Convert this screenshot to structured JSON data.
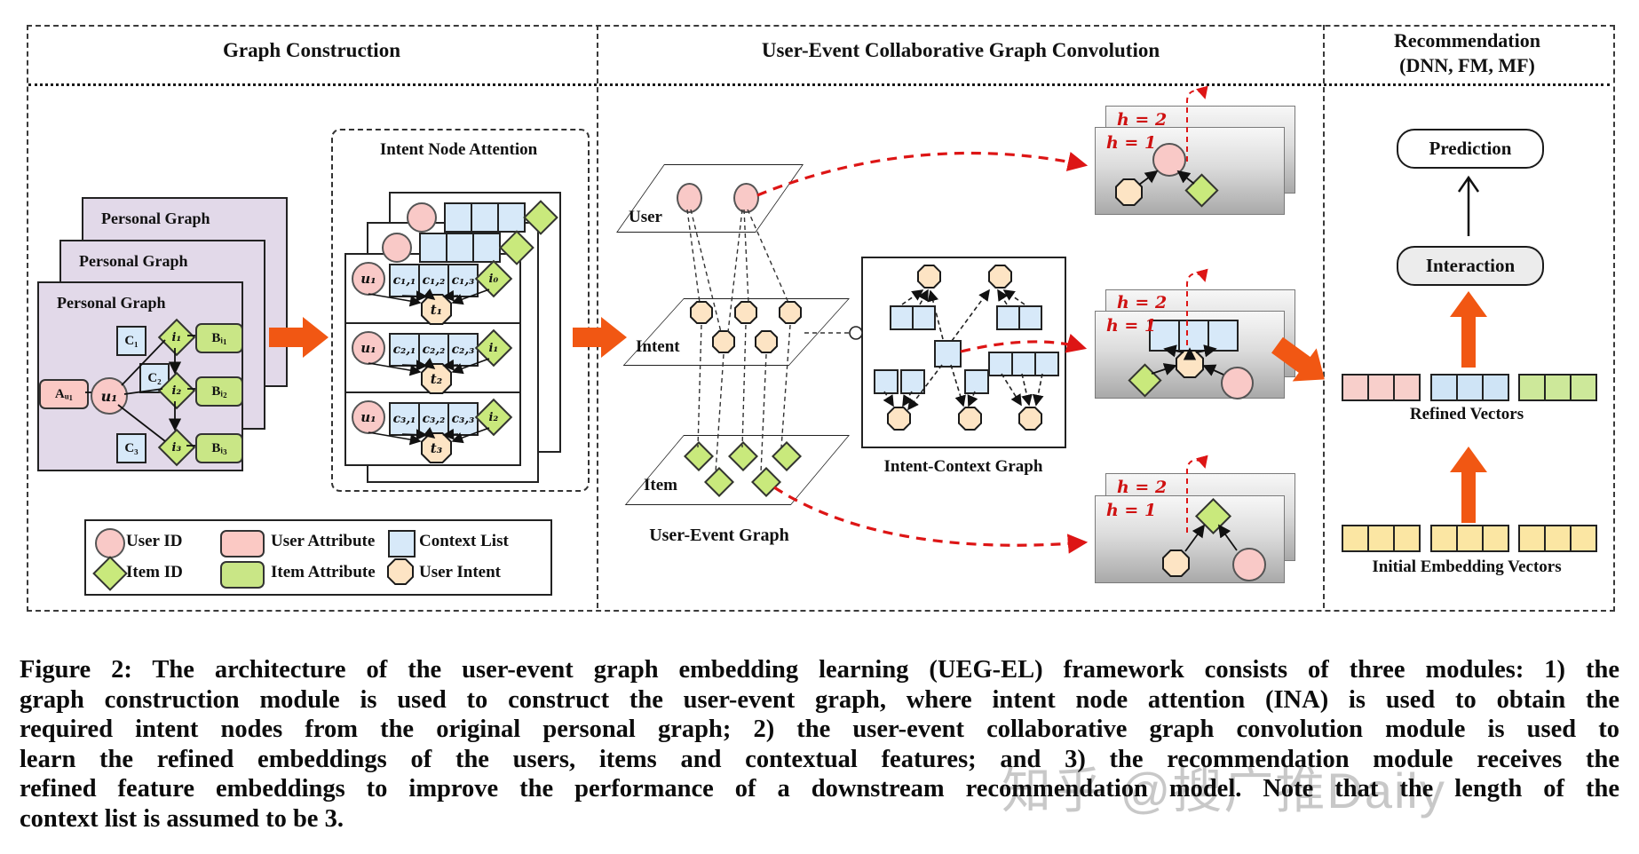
{
  "panels": {
    "gc": {
      "title": "Graph Construction",
      "personal_graph_title": "Personal Graph",
      "pg": {
        "user_attr": "Aᵤ₁",
        "user": "u₁",
        "c1": "C₁",
        "c2": "C₂",
        "c3": "C₃",
        "i1": "i₁",
        "i2": "i₂",
        "i3": "i₃",
        "b1": "Bᵢ₁",
        "b2": "Bᵢ₂",
        "b3": "Bᵢ₃"
      },
      "ina": {
        "title": "Intent Node Attention",
        "rows": [
          {
            "user": "u₁",
            "cells": [
              "c₁,₁",
              "c₁,₂",
              "c₁,₃"
            ],
            "item": "i₀",
            "intent": "t₁"
          },
          {
            "user": "u₁",
            "cells": [
              "c₂,₁",
              "c₂,₂",
              "c₂,₃"
            ],
            "item": "i₁",
            "intent": "t₂"
          },
          {
            "user": "u₁",
            "cells": [
              "c₃,₁",
              "c₃,₂",
              "c₃,₃"
            ],
            "item": "i₂",
            "intent": "t₃"
          }
        ]
      },
      "legend": {
        "user_id": "User ID",
        "item_id": "Item ID",
        "user_attribute": "User Attribute",
        "item_attribute": "Item Attribute",
        "context_list": "Context List",
        "user_intent": "User Intent"
      }
    },
    "conv": {
      "title": "User-Event Collaborative Graph Convolution",
      "user_plane": "User",
      "intent_plane": "Intent",
      "item_plane": "Item",
      "user_event_graph": "User-Event Graph",
      "intent_context_graph": "Intent-Context Graph",
      "h1": "h = 1",
      "h2": "h = 2"
    },
    "rec": {
      "title_line1": "Recommendation",
      "title_line2": "(DNN, FM, MF)",
      "prediction": "Prediction",
      "interaction": "Interaction",
      "refined_vectors": "Refined Vectors",
      "initial_vectors": "Initial Embedding Vectors"
    }
  },
  "caption": {
    "lines": [
      "Figure 2: The architecture of the user-event graph embedding learning (UEG-EL) framework consists of three modules: 1) the",
      "graph construction module is used to construct the user-event graph, where intent node attention (INA) is used to obtain the",
      "required intent nodes from the original personal graph; 2) the user-event collaborative graph convolution module is used to",
      "learn the refined embeddings of the users, items and contextual features; and 3) the recommendation module receives the",
      "refined feature embeddings to improve the performance of a downstream recommendation model. Note that the length of the",
      "context list is assumed to be 3."
    ]
  },
  "watermark": "知乎 @搜广推Daily",
  "colors": {
    "user_pink": "#f9c9c7",
    "item_green": "#c9e97c",
    "context_blue": "#d7e9f9",
    "intent_peach": "#fde4c4",
    "user_attr_pink": "#fbc9c4",
    "item_attr_green": "#c9e686",
    "personal_graph_lavender": "#e2d9e9",
    "orange_arrow": "#f15713",
    "red_dashed": "#dd1515",
    "vector_yellow": "#fbe6a3"
  }
}
